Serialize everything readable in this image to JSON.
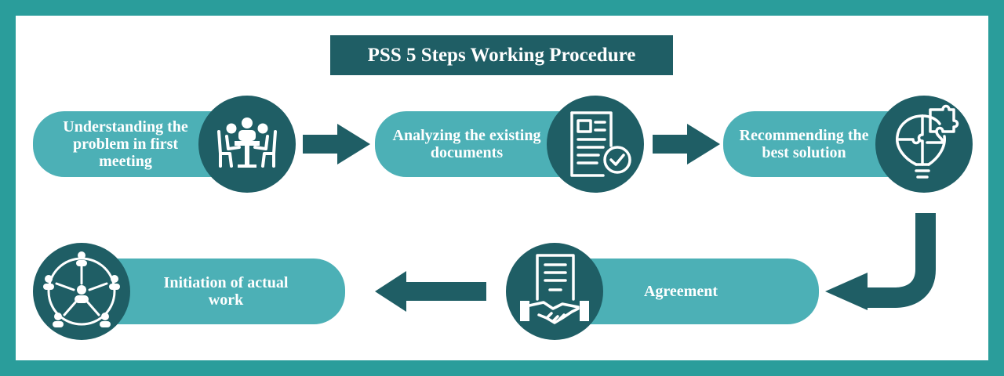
{
  "title": "PSS 5 Steps Working Procedure",
  "steps": [
    {
      "label": "Understanding the problem in first meeting",
      "icon": "meeting-table-icon"
    },
    {
      "label": "Analyzing the existing documents",
      "icon": "document-check-icon"
    },
    {
      "label": "Recommending the best solution",
      "icon": "puzzle-lightbulb-icon"
    },
    {
      "label": "Agreement",
      "icon": "handshake-contract-icon"
    },
    {
      "label": "Initiation of actual work",
      "icon": "team-network-icon"
    }
  ],
  "colors": {
    "frame": "#2a9d9b",
    "dark": "#1f5e65",
    "pill": "#4cb0b6"
  }
}
